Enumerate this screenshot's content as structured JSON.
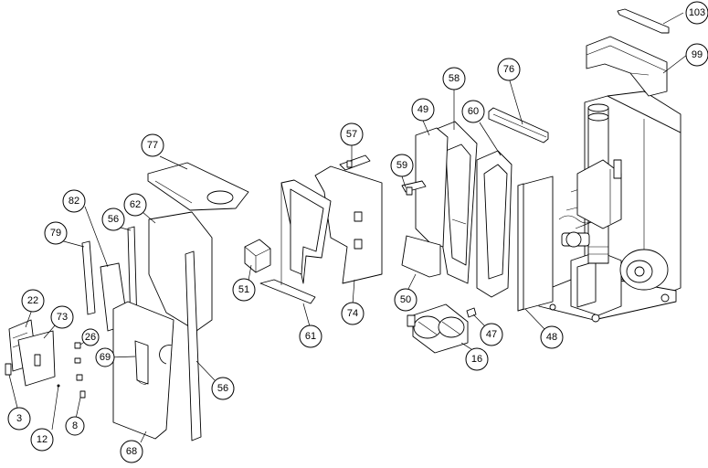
{
  "callouts": [
    {
      "label": "103"
    },
    {
      "label": "99"
    },
    {
      "label": "76"
    },
    {
      "label": "58"
    },
    {
      "label": "49"
    },
    {
      "label": "60"
    },
    {
      "label": "59"
    },
    {
      "label": "57"
    },
    {
      "label": "77"
    },
    {
      "label": "82"
    },
    {
      "label": "56"
    },
    {
      "label": "62"
    },
    {
      "label": "79"
    },
    {
      "label": "51"
    },
    {
      "label": "74"
    },
    {
      "label": "61"
    },
    {
      "label": "50"
    },
    {
      "label": "47"
    },
    {
      "label": "16"
    },
    {
      "label": "48"
    },
    {
      "label": "22"
    },
    {
      "label": "73"
    },
    {
      "label": "26"
    },
    {
      "label": "69"
    },
    {
      "label": "56"
    },
    {
      "label": "3"
    },
    {
      "label": "8"
    },
    {
      "label": "12"
    },
    {
      "label": "68"
    }
  ]
}
